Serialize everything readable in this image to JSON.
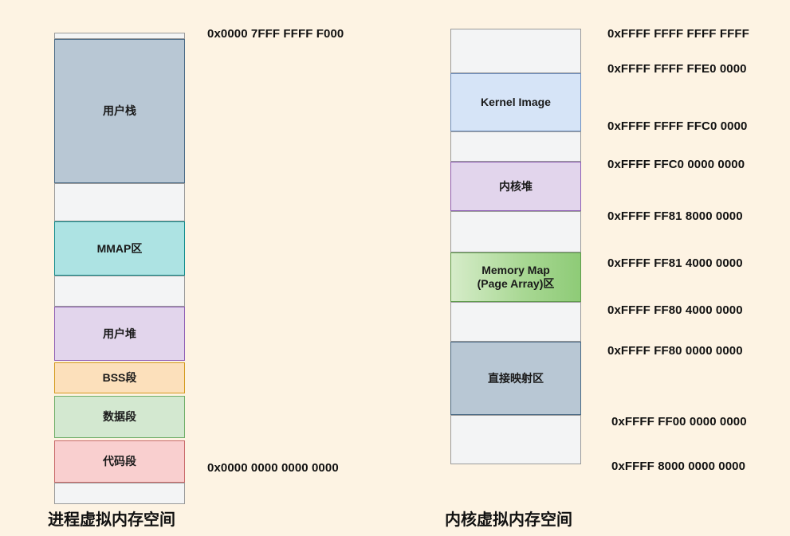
{
  "page": {
    "background_color": "#fdf3e3",
    "title_left": "进程虚拟内存空间",
    "title_right": "内核虚拟内存空间"
  },
  "process_space": {
    "caption": "进程虚拟内存空间",
    "top_address": "0x0000 7FFF FFFF F000",
    "bottom_address": "0x0000 0000 0000 0000",
    "blocks": [
      {
        "label": "",
        "kind": "gap",
        "color": "#f3f4f5",
        "border": "#9a9a9a"
      },
      {
        "label": "用户栈",
        "kind": "region",
        "color": "#b8c7d4",
        "border": "#4a6a85"
      },
      {
        "label": "",
        "kind": "gap",
        "color": "#f3f4f5",
        "border": "#9a9a9a"
      },
      {
        "label": "MMAP区",
        "kind": "region",
        "color": "#ade3e3",
        "border": "#118c8c"
      },
      {
        "label": "",
        "kind": "gap",
        "color": "#f3f4f5",
        "border": "#9a9a9a"
      },
      {
        "label": "用户堆",
        "kind": "region",
        "color": "#e2d5ec",
        "border": "#8f5fb5"
      },
      {
        "label": "BSS段",
        "kind": "region",
        "color": "#fce0bb",
        "border": "#d39a1e"
      },
      {
        "label": "数据段",
        "kind": "region",
        "color": "#d3e8d0",
        "border": "#6fae67"
      },
      {
        "label": "代码段",
        "kind": "region",
        "color": "#f9cfcf",
        "border": "#c96a6a"
      },
      {
        "label": "",
        "kind": "gap",
        "color": "#f3f4f5",
        "border": "#9a9a9a"
      }
    ]
  },
  "kernel_space": {
    "caption": "内核虚拟内存空间",
    "blocks": [
      {
        "label": "",
        "kind": "gap",
        "color": "#f3f4f5",
        "border": "#9a9a9a"
      },
      {
        "label": "Kernel Image",
        "kind": "region",
        "color": "#d6e4f7",
        "border": "#6d8fc0"
      },
      {
        "label": "",
        "kind": "gap",
        "color": "#f3f4f5",
        "border": "#9a9a9a"
      },
      {
        "label": "内核堆",
        "kind": "region",
        "color": "#e2d5ec",
        "border": "#8f5fb5"
      },
      {
        "label": "",
        "kind": "gap",
        "color": "#f3f4f5",
        "border": "#9a9a9a"
      },
      {
        "label": "Memory Map\n(Page Array)区",
        "kind": "region",
        "color": "#a9d894",
        "border": "#5e9c4a"
      },
      {
        "label": "",
        "kind": "gap",
        "color": "#f3f4f5",
        "border": "#9a9a9a"
      },
      {
        "label": "直接映射区",
        "kind": "region",
        "color": "#b8c7d4",
        "border": "#4a6a85"
      },
      {
        "label": "",
        "kind": "gap",
        "color": "#f3f4f5",
        "border": "#9a9a9a"
      }
    ],
    "addresses": [
      "0xFFFF FFFF FFFF FFFF",
      "0xFFFF FFFF FFE0 0000",
      "0xFFFF FFFF FFC0 0000",
      "0xFFFF FFC0 0000 0000",
      "0xFFFF FF81 8000 0000",
      "0xFFFF FF81 4000 0000",
      "0xFFFF FF80 4000 0000",
      "0xFFFF FF80 0000 0000",
      "0xFFFF FF00 0000 0000",
      "0xFFFF 8000 0000 0000"
    ]
  }
}
